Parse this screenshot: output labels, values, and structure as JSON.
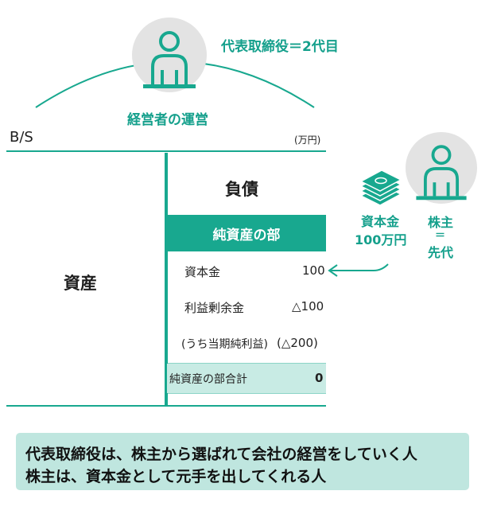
{
  "top_person": {
    "title_label": "代表取締役＝2代目",
    "caption": "経営者の運営"
  },
  "bs": {
    "title": "B/S",
    "unit": "(万円)",
    "assets_label": "資産",
    "liabilities_label": "負債",
    "net_assets_header": "純資産の部",
    "rows": [
      {
        "label": "資本金",
        "value": "100"
      },
      {
        "label": "利益剰余金",
        "value": "△100"
      },
      {
        "label": "(うち当期純利益)",
        "value": "(△200)"
      }
    ],
    "total": {
      "label": "純資産の部合計",
      "value": "0"
    }
  },
  "capital_flow": {
    "amount_line1": "資本金",
    "amount_line2": "100万円"
  },
  "shareholder": {
    "line1": "株主",
    "line2": "＝",
    "line3": "先代"
  },
  "note": {
    "line1": "代表取締役は、株主から選ばれて会社の経営をしていく人",
    "line2": "株主は、資本金として元手を出してくれる人"
  },
  "colors": {
    "teal": "#18a88f",
    "light_teal": "#c8ebe4",
    "note_bg": "#bfe6df",
    "circle_bg": "#e3e3e3"
  }
}
